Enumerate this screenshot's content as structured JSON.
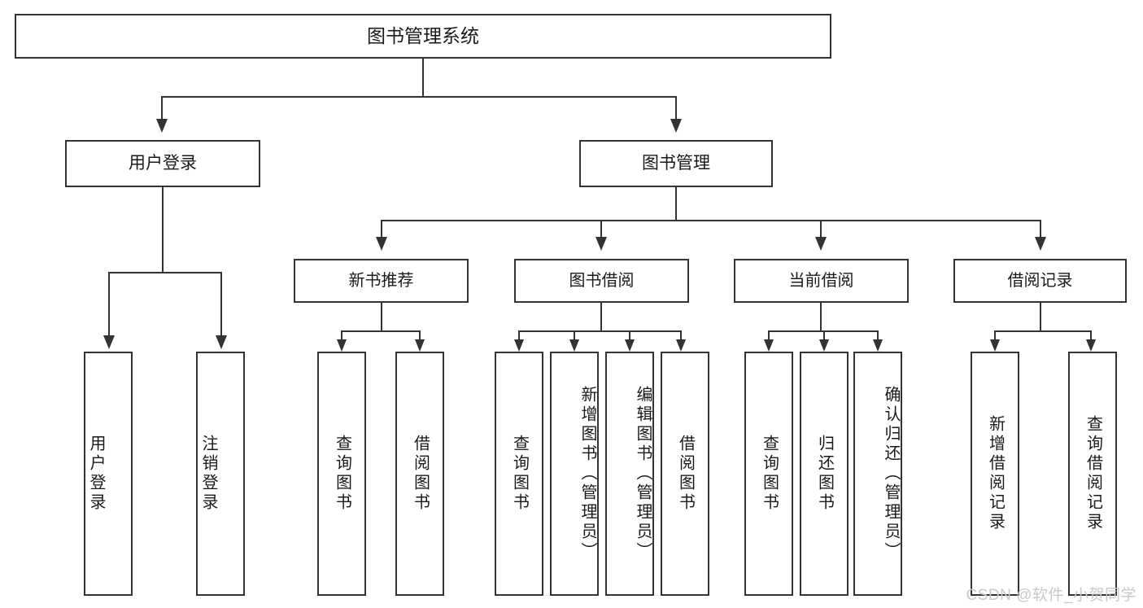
{
  "diagram": {
    "title": "图书管理系统",
    "type": "hierarchy-tree",
    "root": {
      "label": "图书管理系统"
    },
    "level2": [
      {
        "label": "用户登录"
      },
      {
        "label": "图书管理"
      }
    ],
    "level3": [
      {
        "label": "新书推荐"
      },
      {
        "label": "图书借阅"
      },
      {
        "label": "当前借阅"
      },
      {
        "label": "借阅记录"
      }
    ],
    "leaves": {
      "user_login": [
        {
          "label": "用户登录"
        },
        {
          "label": "注销登录"
        }
      ],
      "new_book_recommend": [
        {
          "label": "查询图书"
        },
        {
          "label": "借阅图书"
        }
      ],
      "book_borrow": [
        {
          "label": "查询图书"
        },
        {
          "label": "新增图书（管理员）"
        },
        {
          "label": "编辑图书（管理员）"
        },
        {
          "label": "借阅图书"
        }
      ],
      "current_borrow": [
        {
          "label": "查询图书"
        },
        {
          "label": "归还图书"
        },
        {
          "label": "确认归还（管理员）"
        }
      ],
      "borrow_record": [
        {
          "label": "新增借阅记录"
        },
        {
          "label": "查询借阅记录"
        }
      ]
    }
  },
  "watermark": {
    "text": "CSDN @软件_小贺同学",
    "color": "#c9c9c9"
  },
  "colors": {
    "stroke": "#333333",
    "background": "#ffffff",
    "text": "#1a1a1a"
  }
}
